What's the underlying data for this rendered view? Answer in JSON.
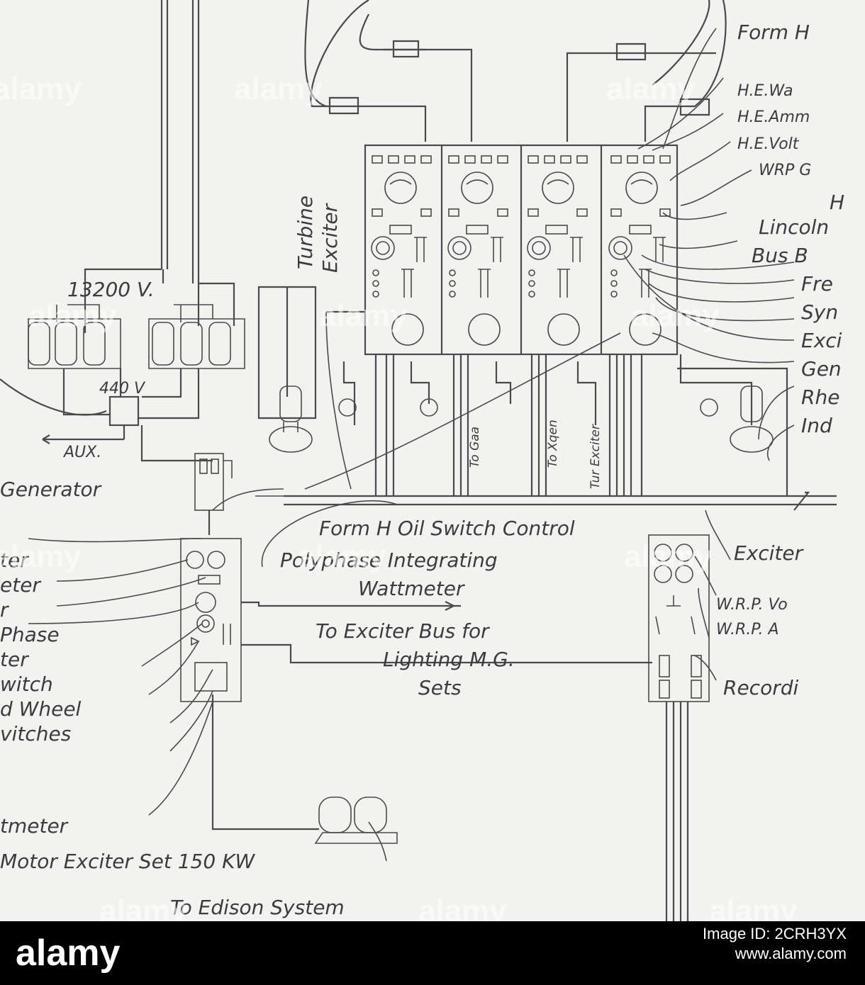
{
  "labels": {
    "form_h": "Form H",
    "he_wattmeter": "H.E.Wa",
    "he_ammeter": "H.E.Amm",
    "he_voltmeter": "H.E.Volt",
    "wrp_g": "WRP G",
    "h": "H",
    "lincoln": "Lincoln",
    "bus_b": "Bus B",
    "fre": "Fre",
    "syn": "Syn",
    "exci": "Exci",
    "gen": "Gen",
    "rhe": "Rhe",
    "ind": "Ind",
    "turbine_exciter_1": "Turbine",
    "turbine_exciter_2": "Exciter",
    "v13200": "13200 V.",
    "v440": "440 V",
    "aux": "AUX.",
    "generator": "Generator",
    "ter1": "ter",
    "ter2": "eter",
    "r1": "r",
    "phase": "Phase",
    "ter3": "ter",
    "switch": "witch",
    "hand_wheel": "d Wheel",
    "switches": "vitches",
    "wattmeter_left": "tmeter",
    "motor_exciter": "Motor Exciter Set 150 KW",
    "edison": "To Edison System",
    "oil_switch": "Form H Oil Switch Control",
    "integrating_1": "Polyphase Integrating",
    "integrating_2": "Wattmeter",
    "to_exciter_bus_1": "To Exciter Bus for",
    "to_exciter_bus_2": "Lighting M.G.",
    "to_exciter_bus_3": "Sets",
    "exciter": "Exciter",
    "wrp_volt": "W.R.P. Vo",
    "wrp_amm": "W.R.P. A",
    "recording": "Recordi",
    "feeder_a": "To Gaa",
    "feeder_b": "To Xqen",
    "feeder_c": "Tur Exciter"
  },
  "watermark": "alamy",
  "footer": {
    "brand": "alamy",
    "image_id": "Image ID: 2CRH3YX",
    "url": "www.alamy.com"
  }
}
